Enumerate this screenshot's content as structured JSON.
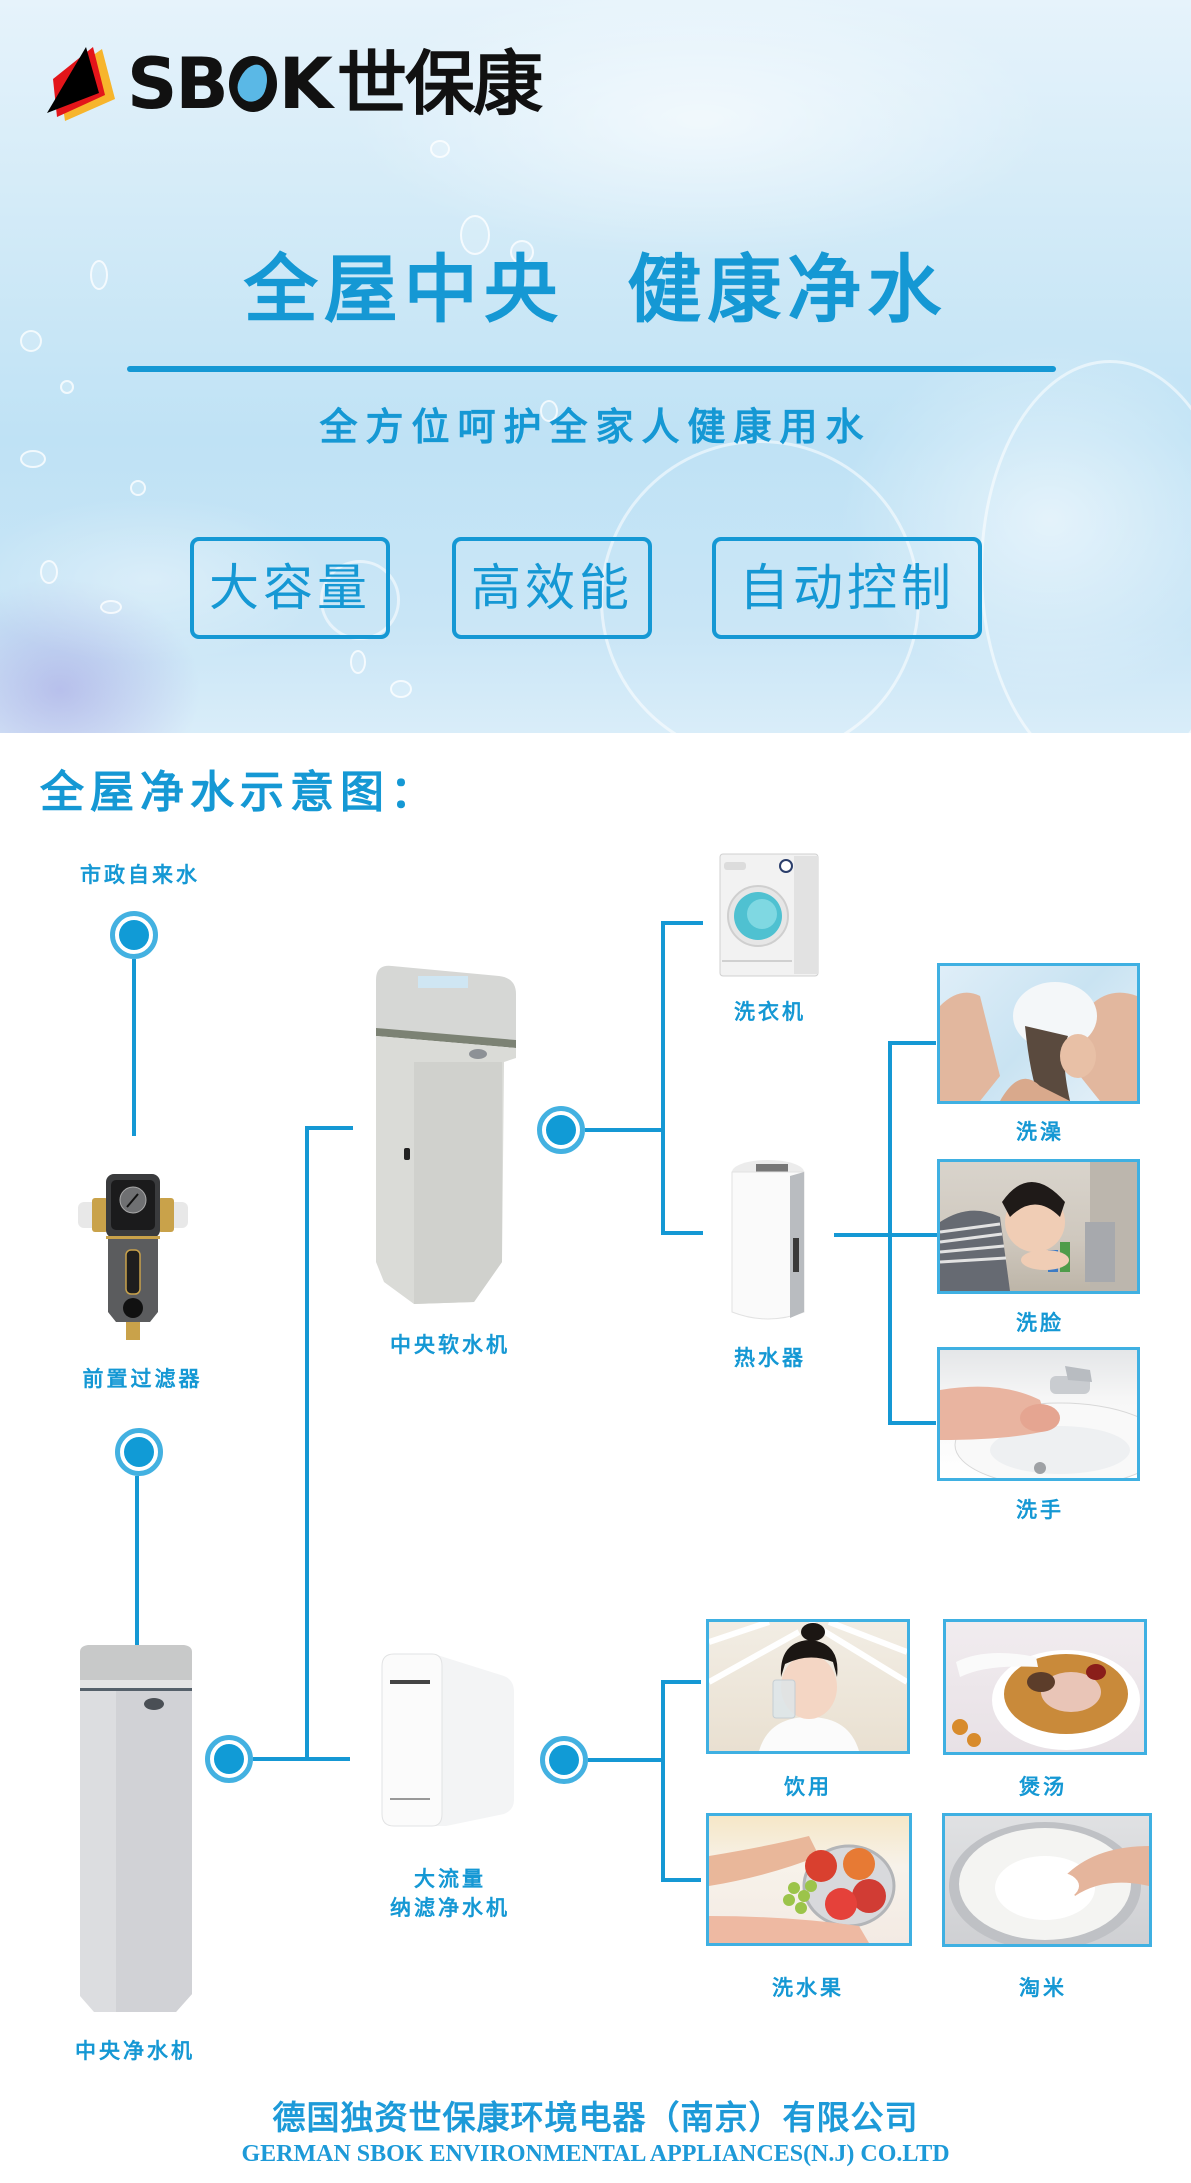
{
  "brand": {
    "logo_text_prefix": "SB",
    "logo_text_suffix": "K",
    "logo_cn": "世保康",
    "accent_color": "#1598d4",
    "logo_stripe_colors": [
      "#000000",
      "#e3151a",
      "#f7b52c"
    ]
  },
  "hero": {
    "title": "全屋中央  健康净水",
    "subtitle": "全方位呵护全家人健康用水",
    "features": [
      {
        "label": "大容量"
      },
      {
        "label": "高效能"
      },
      {
        "label": "自动控制"
      }
    ]
  },
  "diagram": {
    "title": "全屋净水示意图：",
    "source": {
      "label": "市政自来水"
    },
    "pre_filter": {
      "label": "前置过滤器"
    },
    "central_purifier": {
      "label": "中央净水机"
    },
    "softener": {
      "label": "中央软水机"
    },
    "nf_purifier": {
      "label_line1": "大流量",
      "label_line2": "纳滤净水机"
    },
    "washing_machine": {
      "label": "洗衣机"
    },
    "water_heater": {
      "label": "热水器"
    },
    "heater_uses": [
      {
        "label": "洗澡",
        "photo": "shower-photo"
      },
      {
        "label": "洗脸",
        "photo": "face-washing-photo"
      },
      {
        "label": "洗手",
        "photo": "hand-washing-photo"
      }
    ],
    "drinking_uses": [
      {
        "label": "饮用",
        "photo": "drinking-photo"
      },
      {
        "label": "煲汤",
        "photo": "soup-photo"
      },
      {
        "label": "洗水果",
        "photo": "fruit-washing-photo"
      },
      {
        "label": "淘米",
        "photo": "rice-washing-photo"
      }
    ]
  },
  "footer": {
    "company_cn": "德国独资世保康环境电器（南京）有限公司",
    "company_en": "GERMAN SBOK ENVIRONMENTAL APPLIANCES(N.J) CO.LTD"
  }
}
